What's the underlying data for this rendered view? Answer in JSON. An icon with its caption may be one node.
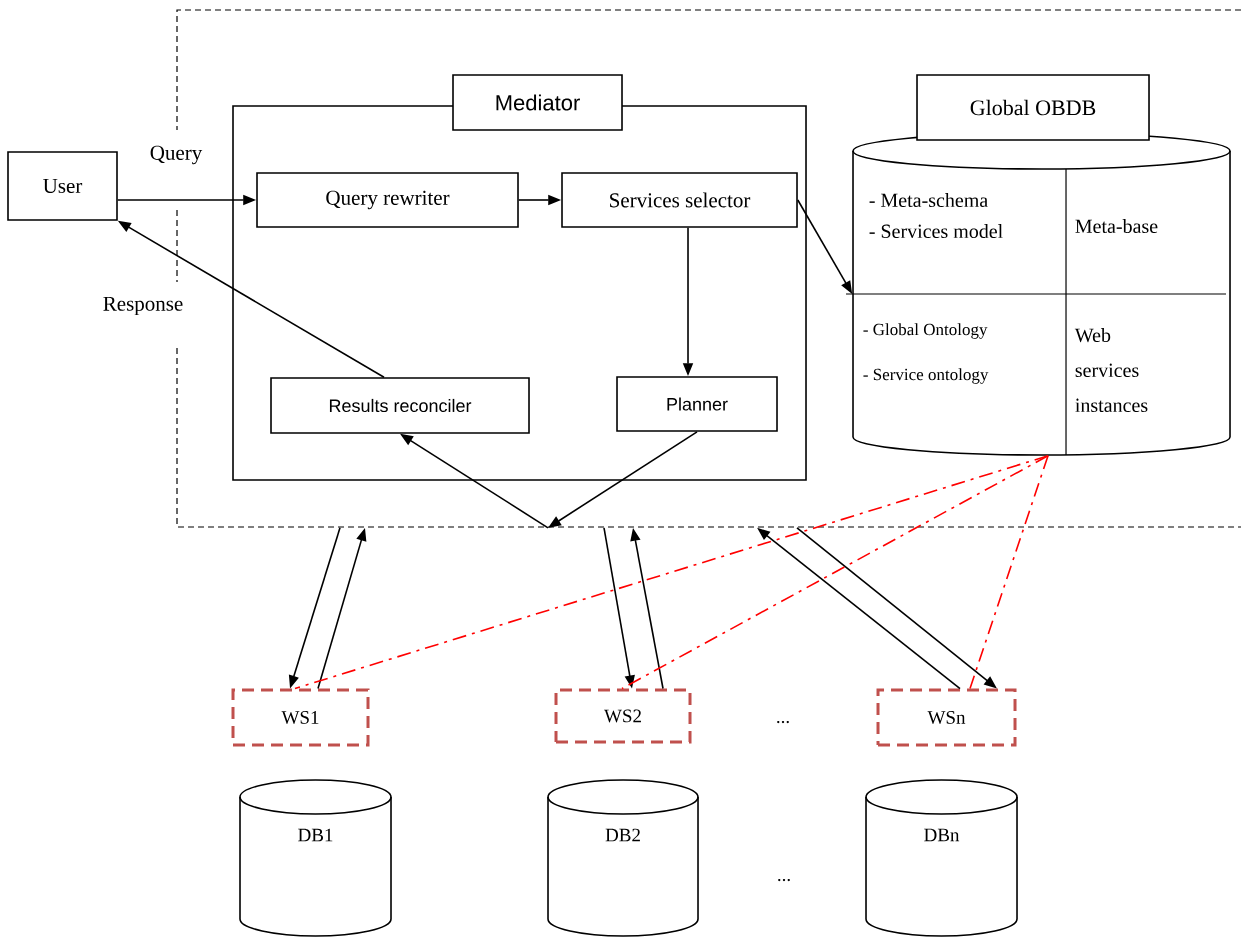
{
  "diagram": {
    "nodes": [
      {
        "text": [],
        "shape": "box"
      },
      {
        "text": [],
        "shape": "box",
        "in": 0
      },
      {
        "text": [
          "Mediator"
        ],
        "in": 0
      },
      {
        "text": [
          "Query rewriter"
        ],
        "in": 1
      },
      {
        "text": [
          "Services selector"
        ],
        "in": 1
      },
      {
        "text": [
          "Planner"
        ],
        "in": 1
      },
      {
        "text": [
          "Results reconciler"
        ],
        "in": 1
      },
      {
        "text": [
          "Global OBDB",
          "- Meta-schema",
          "- Services model",
          "Meta-base",
          "- Global Ontology",
          "- Service ontology",
          "Web services instances"
        ],
        "in": 0
      },
      {
        "text": [
          "User"
        ]
      },
      {
        "text": [
          "WS1"
        ]
      },
      {
        "text": [
          "WS2"
        ]
      },
      {
        "text": [
          "WSn"
        ]
      },
      {
        "text": [
          "DB1"
        ]
      },
      {
        "text": [
          "DB2"
        ]
      },
      {
        "text": [
          "DBn"
        ]
      }
    ],
    "edges": [
      {
        "from": 8,
        "to": 3,
        "arrow": "to",
        "label": "Query"
      },
      {
        "from": 3,
        "to": 4,
        "arrow": "to"
      },
      {
        "from": 4,
        "to": 7,
        "arrow": "to"
      },
      {
        "from": 4,
        "to": 5,
        "arrow": "to"
      },
      {
        "from": 6,
        "to": 8,
        "arrow": "to",
        "label": "Response"
      },
      {
        "from": 5,
        "to": 0,
        "arrow": "to"
      },
      {
        "from": 0,
        "to": 6,
        "arrow": "to"
      },
      {
        "from": 0,
        "to": 9,
        "arrow": "to"
      },
      {
        "from": 9,
        "to": 0,
        "arrow": "to"
      },
      {
        "from": 0,
        "to": 10,
        "arrow": "to"
      },
      {
        "from": 10,
        "to": 0,
        "arrow": "to"
      },
      {
        "from": 11,
        "to": 0,
        "arrow": "to"
      },
      {
        "from": 0,
        "to": 11,
        "arrow": "to"
      },
      {
        "from": 7,
        "to": 9,
        "arrow": "none",
        "style": "dashed",
        "color": "#ff0000"
      },
      {
        "from": 7,
        "to": 10,
        "arrow": "none",
        "style": "dashed",
        "color": "#ff0000"
      },
      {
        "from": 7,
        "to": 11,
        "arrow": "none",
        "style": "dashed",
        "color": "#ff0000"
      }
    ],
    "labels": [
      "...",
      "..."
    ]
  }
}
